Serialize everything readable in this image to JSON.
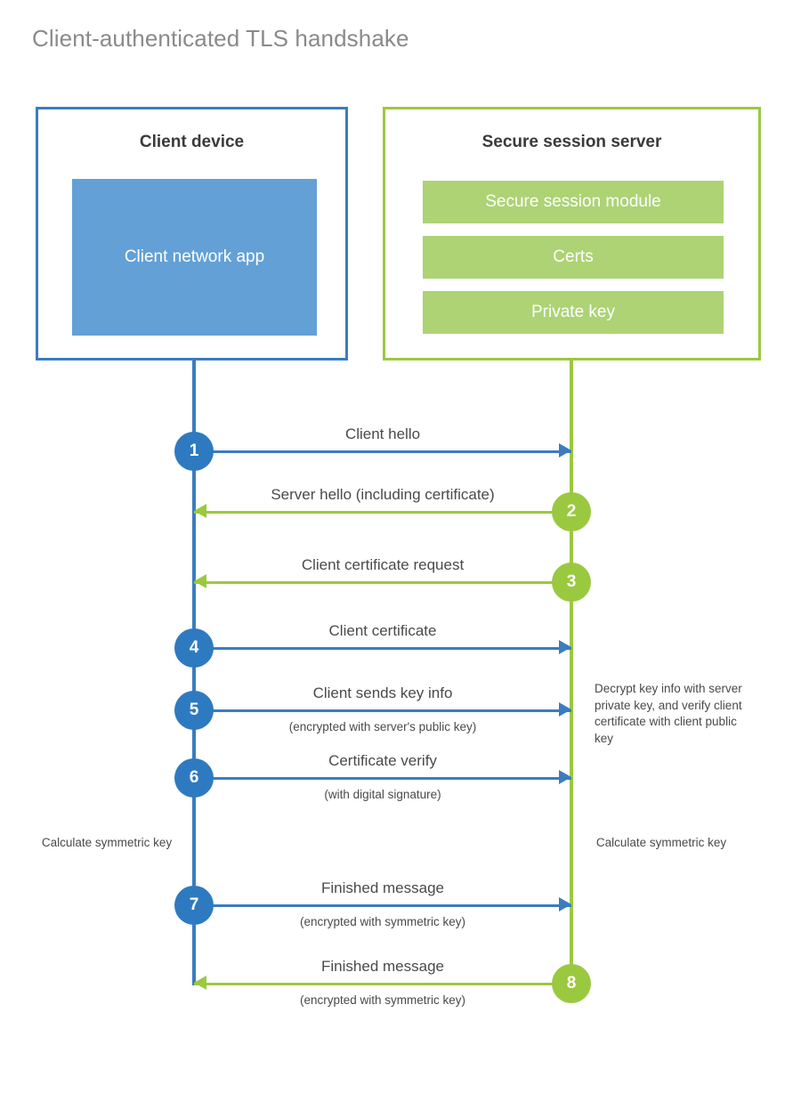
{
  "title": "Client-authenticated TLS handshake",
  "colors": {
    "client_blue": "#3b7cc0",
    "client_app_fill": "#63a0d6",
    "server_green": "#9ac93f",
    "server_bar_fill": "#add375",
    "step_blue": "#2e7ac0",
    "title_gray": "#8a8a8a",
    "text_gray": "#4a4a4a"
  },
  "client": {
    "title": "Client device",
    "app_label": "Client network app"
  },
  "server": {
    "title": "Secure session server",
    "bars": [
      {
        "label": "Secure session module"
      },
      {
        "label": "Certs"
      },
      {
        "label": "Private key"
      }
    ]
  },
  "notes": {
    "server_decrypt": "Decrypt key info with server private key, and verify client certificate with client public key",
    "client_calc": "Calculate symmetric key",
    "server_calc": "Calculate symmetric key"
  },
  "steps": [
    {
      "number": "1",
      "label": "Client hello",
      "sublabel": "",
      "direction": "client-to-server",
      "color": "blue"
    },
    {
      "number": "2",
      "label": "Server hello (including certificate)",
      "sublabel": "",
      "direction": "server-to-client",
      "color": "green"
    },
    {
      "number": "3",
      "label": "Client certificate request",
      "sublabel": "",
      "direction": "server-to-client",
      "color": "green"
    },
    {
      "number": "4",
      "label": "Client certificate",
      "sublabel": "",
      "direction": "client-to-server",
      "color": "blue"
    },
    {
      "number": "5",
      "label": "Client sends key info",
      "sublabel": "(encrypted with server's public key)",
      "direction": "client-to-server",
      "color": "blue"
    },
    {
      "number": "6",
      "label": "Certificate verify",
      "sublabel": "(with digital signature)",
      "direction": "client-to-server",
      "color": "blue"
    },
    {
      "number": "7",
      "label": "Finished message",
      "sublabel": "(encrypted with symmetric key)",
      "direction": "client-to-server",
      "color": "blue"
    },
    {
      "number": "8",
      "label": "Finished message",
      "sublabel": "(encrypted with symmetric key)",
      "direction": "server-to-client",
      "color": "green"
    }
  ]
}
